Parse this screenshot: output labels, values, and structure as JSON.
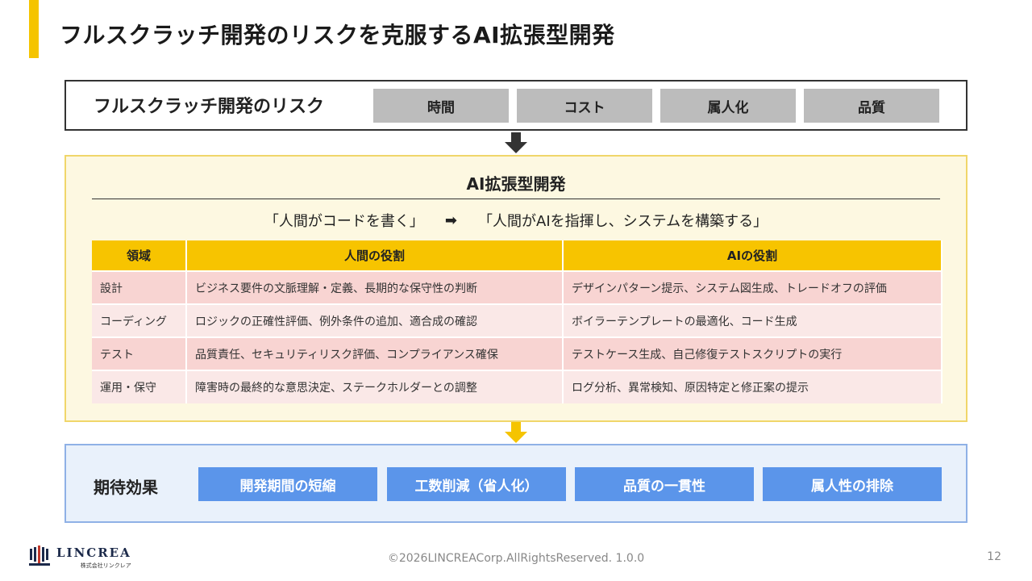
{
  "header": {
    "title": "フルスクラッチ開発のリスクを克服するAI拡張型開発"
  },
  "risk": {
    "label": "フルスクラッチ開発のリスク",
    "items": [
      "時間",
      "コスト",
      "属人化",
      "品質"
    ]
  },
  "ai": {
    "title": "AI拡張型開発",
    "from": "「人間がコードを書く」",
    "arrow": "➡",
    "to": "「人間がAIを指揮し、システムを構築する」",
    "table": {
      "headers": [
        "領域",
        "人間の役割",
        "AIの役割"
      ],
      "rows": [
        [
          "設計",
          "ビジネス要件の文脈理解・定義、長期的な保守性の判断",
          "デザインパターン提示、システム図生成、トレードオフの評価"
        ],
        [
          "コーディング",
          "ロジックの正確性評価、例外条件の追加、適合成の確認",
          "ボイラーテンプレートの最適化、コード生成"
        ],
        [
          "テスト",
          "品質責任、セキュリティリスク評価、コンプライアンス確保",
          "テストケース生成、自己修復テストスクリプトの実行"
        ],
        [
          "運用・保守",
          "障害時の最終的な意思決定、ステークホルダーとの調整",
          "ログ分析、異常検知、原因特定と修正案の提示"
        ]
      ]
    }
  },
  "effects": {
    "label": "期待効果",
    "items": [
      "開発期間の短縮",
      "工数削減（省人化）",
      "品質の一貫性",
      "属人性の排除"
    ]
  },
  "footer": {
    "logo_name": "LINCREA",
    "logo_sub": "株式会社リンクレア",
    "copyright": "©2026LINCREACorp.AllRightsReserved.  1.0.0",
    "page": "12"
  },
  "colors": {
    "accent": "#f5c400",
    "risk_chip": "#bcbcbc",
    "effect_chip": "#5b95ea",
    "arrow_dark": "#333333",
    "arrow_yellow": "#f5c400"
  }
}
